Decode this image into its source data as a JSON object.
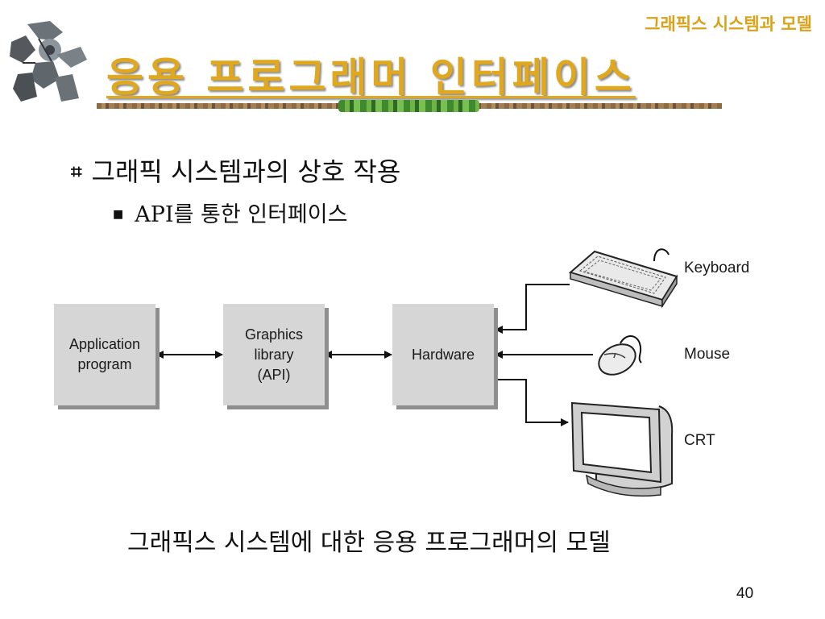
{
  "header": {
    "chapter": "그래픽스 시스템과 모델",
    "title": "응용 프로그래머 인터페이스"
  },
  "bullets": {
    "level1": "그래픽 시스템과의 상호 작용",
    "level2": "API를 통한 인터페이스"
  },
  "diagram": {
    "boxes": {
      "application": "Application\nprogram",
      "graphics_library": "Graphics\nlibrary\n(API)",
      "hardware": "Hardware"
    },
    "devices": {
      "keyboard": "Keyboard",
      "mouse": "Mouse",
      "crt": "CRT"
    },
    "icons": [
      "robot-logo-icon",
      "keyboard-icon",
      "mouse-icon",
      "crt-monitor-icon"
    ]
  },
  "caption": "그래픽스 시스템에 대한 응용 프로그래머의 모델",
  "page_number": "40",
  "colors": {
    "title": "#e0a81e",
    "box_fill": "#d6d6d6",
    "box_shadow": "#8e8e8e"
  }
}
